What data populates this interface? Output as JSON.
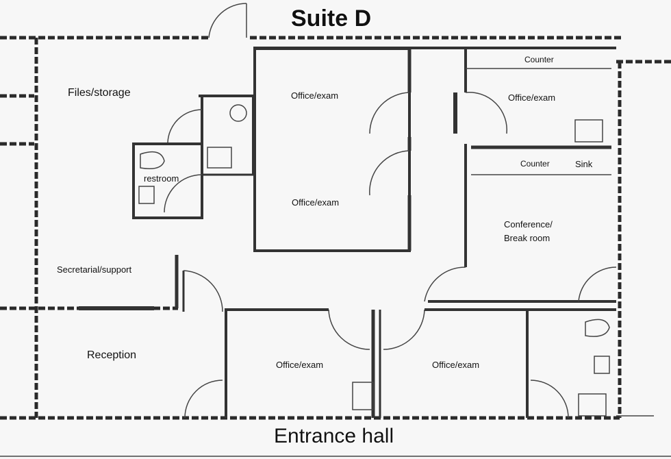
{
  "title": "Suite D",
  "entrance": "Entrance hall",
  "rooms": {
    "files_storage": "Files/storage",
    "restroom": "restroom",
    "office_exam_1": "Office/exam",
    "office_exam_2": "Office/exam",
    "office_exam_3": "Office/exam",
    "office_exam_4": "Office/exam",
    "office_exam_5": "Office/exam",
    "conference": "Conference/",
    "break_room": "Break room",
    "secretarial": "Secretarial/support",
    "reception": "Reception"
  },
  "fixtures": {
    "counter_top": "Counter",
    "counter_mid": "Counter",
    "sink": "Sink"
  }
}
